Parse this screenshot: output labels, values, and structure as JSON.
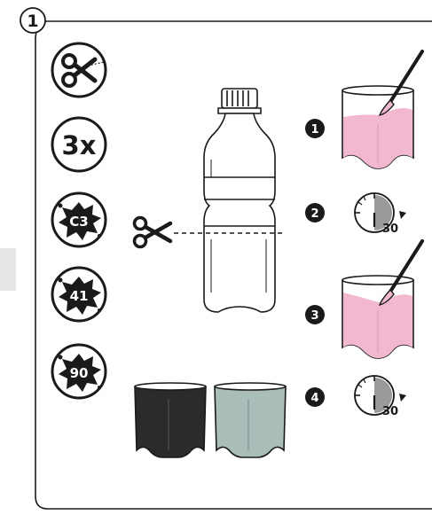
{
  "panel": {
    "number": "1"
  },
  "sidebar": {
    "multiplier": "3x",
    "paint_codes": [
      "C3",
      "41",
      "90"
    ]
  },
  "steps": [
    "1",
    "2",
    "3",
    "4"
  ],
  "timers": [
    {
      "label": "30",
      "fraction_elapsed": 0.5
    },
    {
      "label": "30",
      "fraction_elapsed": 0.5
    }
  ],
  "colors": {
    "ink": "#1a1a1a",
    "paint_pink": "#f2b8cf",
    "cup_dark": "#2b2b2b",
    "cup_sage": "#a9bdb9",
    "timer_fill": "#9a9a9a"
  },
  "icons": [
    "scissors-icon",
    "bottle-icon",
    "brush-icon",
    "timer-icon",
    "paint-splat-icon"
  ]
}
